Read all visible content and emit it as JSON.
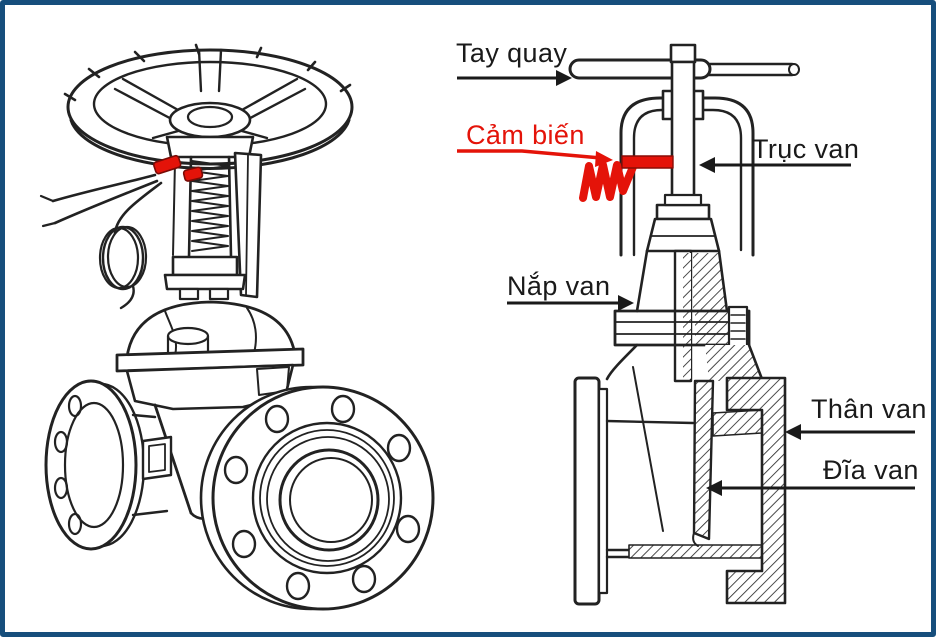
{
  "page": {
    "background": "#ffffff",
    "border_color": "#164e7c"
  },
  "colors": {
    "line": "#222222",
    "label_text": "#1a1a1a",
    "sensor_red": "#e41309"
  },
  "labels": {
    "tay_quay": "Tay quay",
    "cam_bien": "Cảm biến",
    "truc_van": "Trục van",
    "nap_van": "Nắp van",
    "than_van": "Thân van",
    "dia_van": "Đĩa van"
  }
}
